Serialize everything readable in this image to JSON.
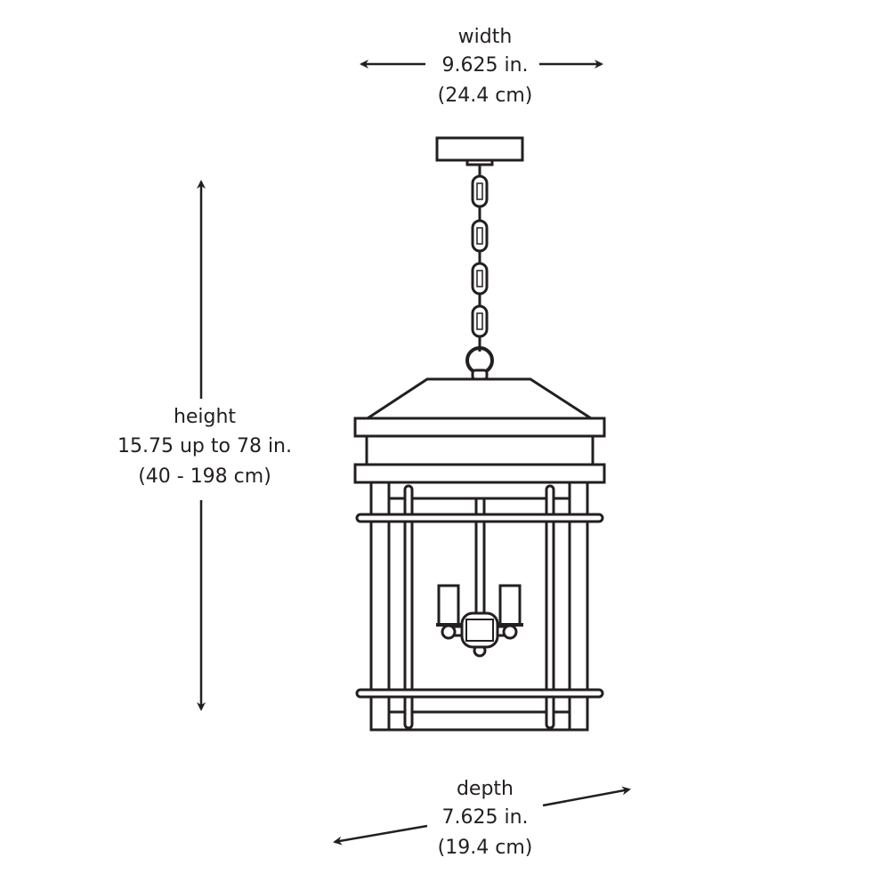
{
  "dimensions": {
    "width": {
      "label": "width",
      "inches": "9.625 in.",
      "cm": "(24.4 cm)"
    },
    "height": {
      "label": "height",
      "inches": "15.75 up to 78 in.",
      "cm": "(40 - 198 cm)"
    },
    "depth": {
      "label": "depth",
      "inches": "7.625 in.",
      "cm": "(19.4 cm)"
    }
  },
  "colors": {
    "line": "#231f20",
    "background": "#ffffff"
  }
}
